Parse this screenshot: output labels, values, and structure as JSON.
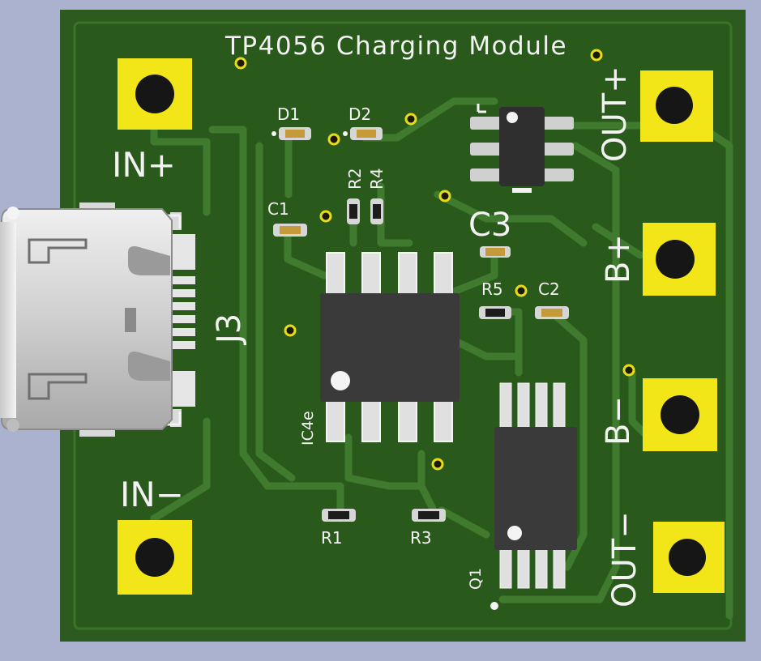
{
  "board": {
    "title": "TP4056 Charging Module",
    "colors": {
      "background": "#aab2cf",
      "pcb": "#2d5a1e",
      "copper": "#1f4714",
      "track": "#3f7a2e",
      "pad_gold": "#f2e619",
      "silkscreen": "#f2f2f2",
      "ic_body": "#3b3b3b",
      "smd_pad": "#d8d8d8"
    }
  },
  "labels": {
    "in_plus": "IN+",
    "in_minus": "IN−",
    "out_plus": "OUT+",
    "b_plus": "B+",
    "b_minus": "B−",
    "out_minus": "OUT−",
    "j3": "J3"
  },
  "refs": {
    "d1": "D1",
    "d2": "D2",
    "c1": "C1",
    "r2": "R2",
    "r4": "R4",
    "c3": "C3",
    "r5": "R5",
    "c2": "C2",
    "ic4e": "IC4e",
    "r1": "R1",
    "r3": "R3",
    "q1": "Q1"
  }
}
